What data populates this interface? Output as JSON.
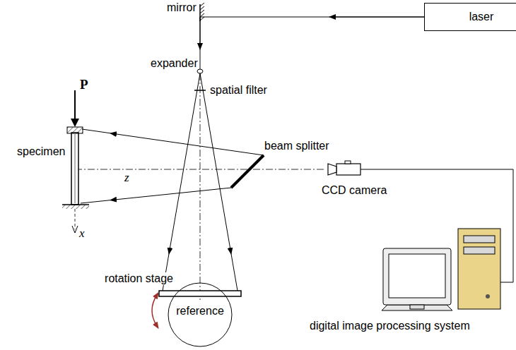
{
  "diagram": {
    "nodes": [
      {
        "text": [
          "laser"
        ]
      },
      {
        "text": [
          "rotation stage",
          "reference"
        ]
      }
    ],
    "labels": [
      "mirror",
      "expander",
      "spatial filter",
      "beam splitter",
      "P",
      "specimen",
      "z",
      "x",
      "CCD camera",
      "digital image processing system"
    ]
  }
}
